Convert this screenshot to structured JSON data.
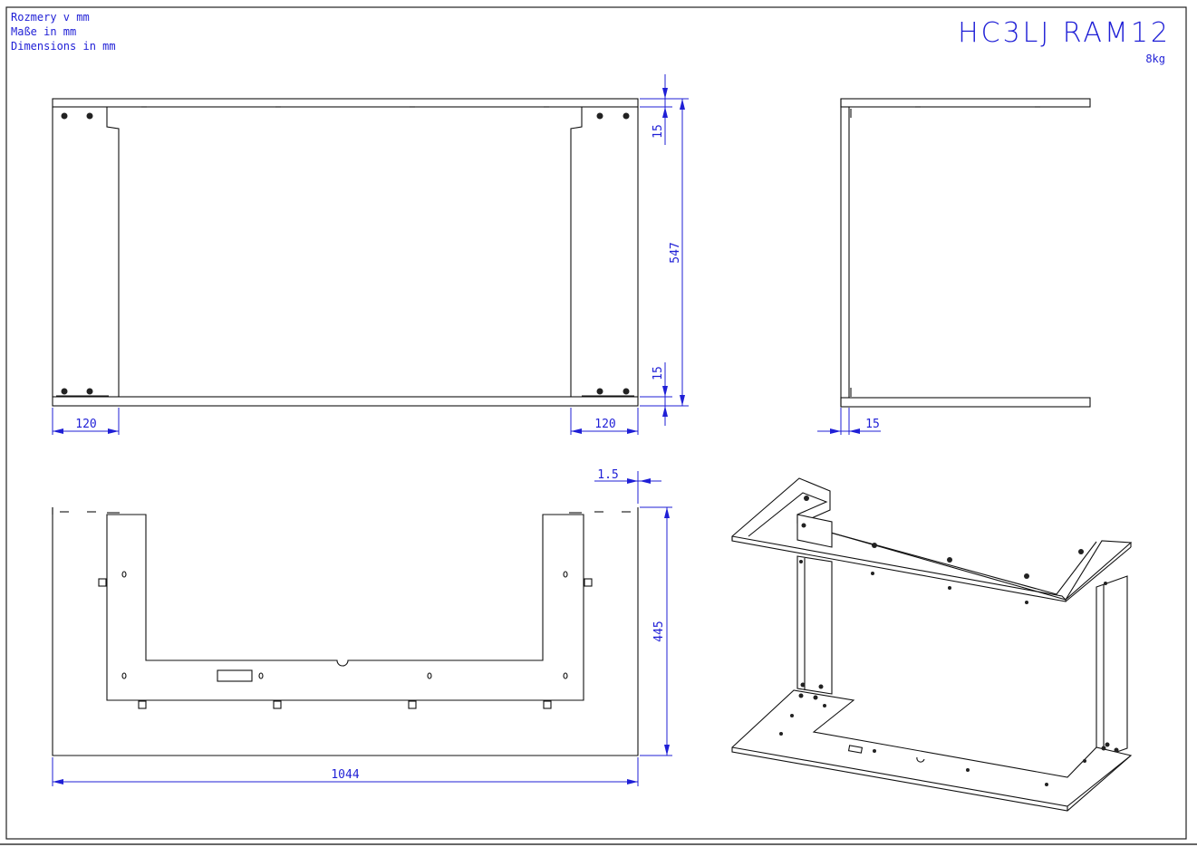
{
  "header": {
    "units_cz": "Rozmery v mm",
    "units_de": "Maße in mm",
    "units_en": "Dimensions in mm",
    "title": "HC3LJ RAM12",
    "weight": "8kg"
  },
  "dimensions": {
    "top_offset": "15",
    "height": "547",
    "bottom_offset": "15",
    "left_width": "120",
    "right_width": "120",
    "side_depth": "15",
    "thickness": "1.5",
    "front_height": "445",
    "total_width": "1044"
  },
  "colors": {
    "dimension": "#1f1fd6",
    "outline": "#111111"
  }
}
